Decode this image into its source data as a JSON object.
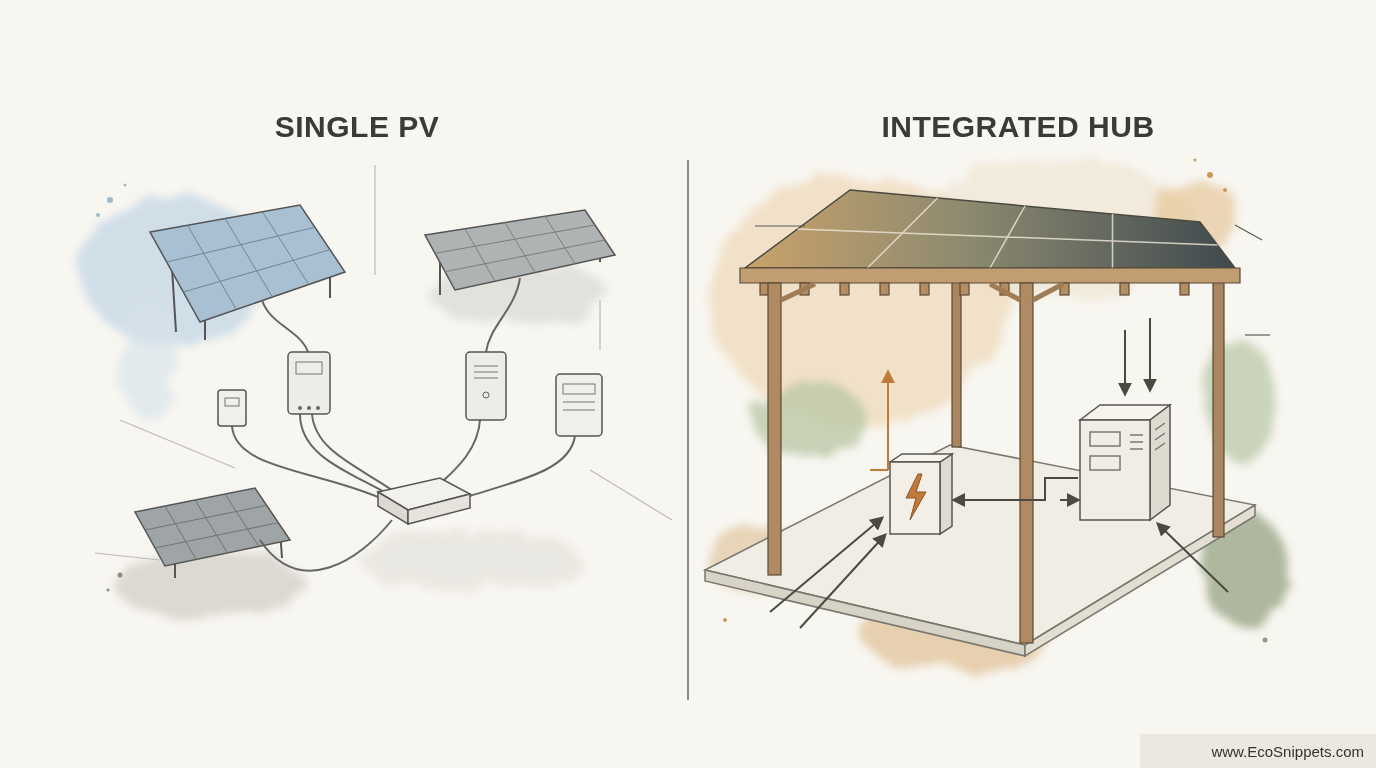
{
  "diagram": {
    "labels": [
      "SINGLE PV",
      "INTEGRATED HUB",
      "www.EcoSnippets.com"
    ]
  }
}
